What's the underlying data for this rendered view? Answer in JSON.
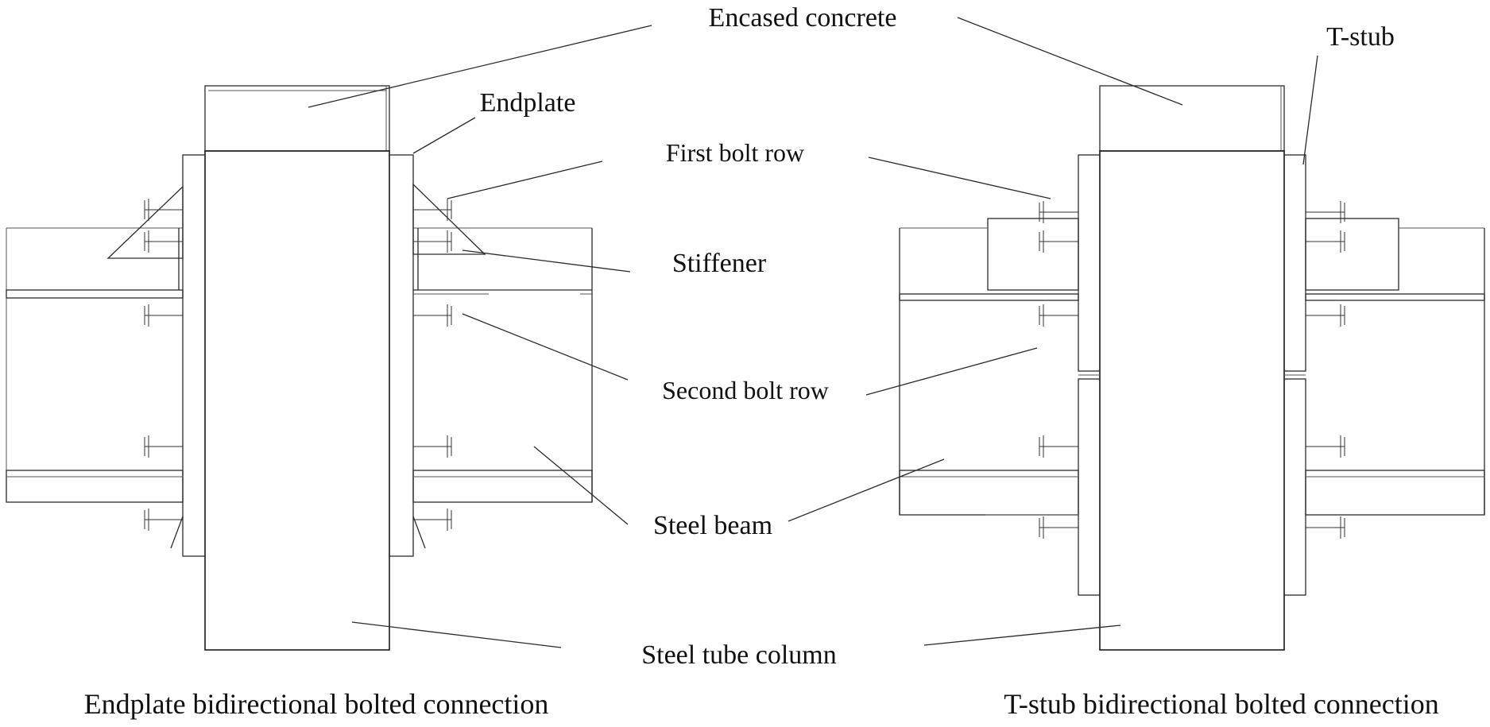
{
  "labels": {
    "encased_concrete": "Encased concrete",
    "endplate": "Endplate",
    "t_stub": "T-stub",
    "first_bolt_row": "First bolt row",
    "stiffener": "Stiffener",
    "second_bolt_row": "Second bolt row",
    "steel_beam": "Steel beam",
    "steel_tube_column": "Steel tube column"
  },
  "captions": {
    "left": "Endplate bidirectional bolted connection",
    "right": "T-stub bidirectional bolted connection"
  }
}
